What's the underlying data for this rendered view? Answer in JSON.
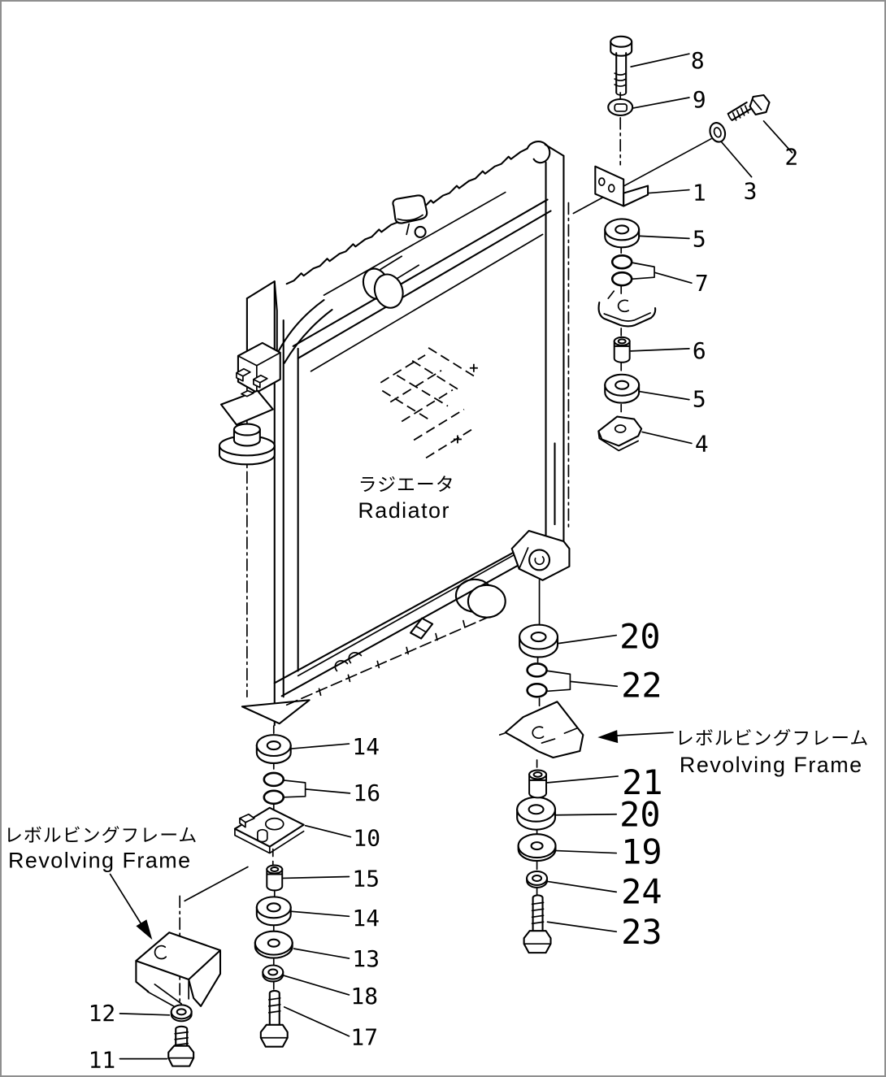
{
  "colors": {
    "background": "#ffffff",
    "line": "#000000",
    "border": "#8f8f8f"
  },
  "captions": {
    "radiator_jp": "ラジエータ",
    "radiator_en": "Radiator",
    "revolving_frame_right_jp": "レボルビングフレーム",
    "revolving_frame_right_en": "Revolving Frame",
    "revolving_frame_left_jp": "レボルビングフレーム",
    "revolving_frame_left_en": "Revolving Frame"
  },
  "part_callouts": [
    {
      "number": "8"
    },
    {
      "number": "9"
    },
    {
      "number": "2"
    },
    {
      "number": "3"
    },
    {
      "number": "1"
    },
    {
      "number": "5"
    },
    {
      "number": "7"
    },
    {
      "number": "6"
    },
    {
      "number": "5"
    },
    {
      "number": "4"
    },
    {
      "number": "20"
    },
    {
      "number": "22"
    },
    {
      "number": "21"
    },
    {
      "number": "20"
    },
    {
      "number": "19"
    },
    {
      "number": "24"
    },
    {
      "number": "23"
    },
    {
      "number": "14"
    },
    {
      "number": "16"
    },
    {
      "number": "10"
    },
    {
      "number": "15"
    },
    {
      "number": "14"
    },
    {
      "number": "13"
    },
    {
      "number": "18"
    },
    {
      "number": "17"
    },
    {
      "number": "12"
    },
    {
      "number": "11"
    }
  ]
}
